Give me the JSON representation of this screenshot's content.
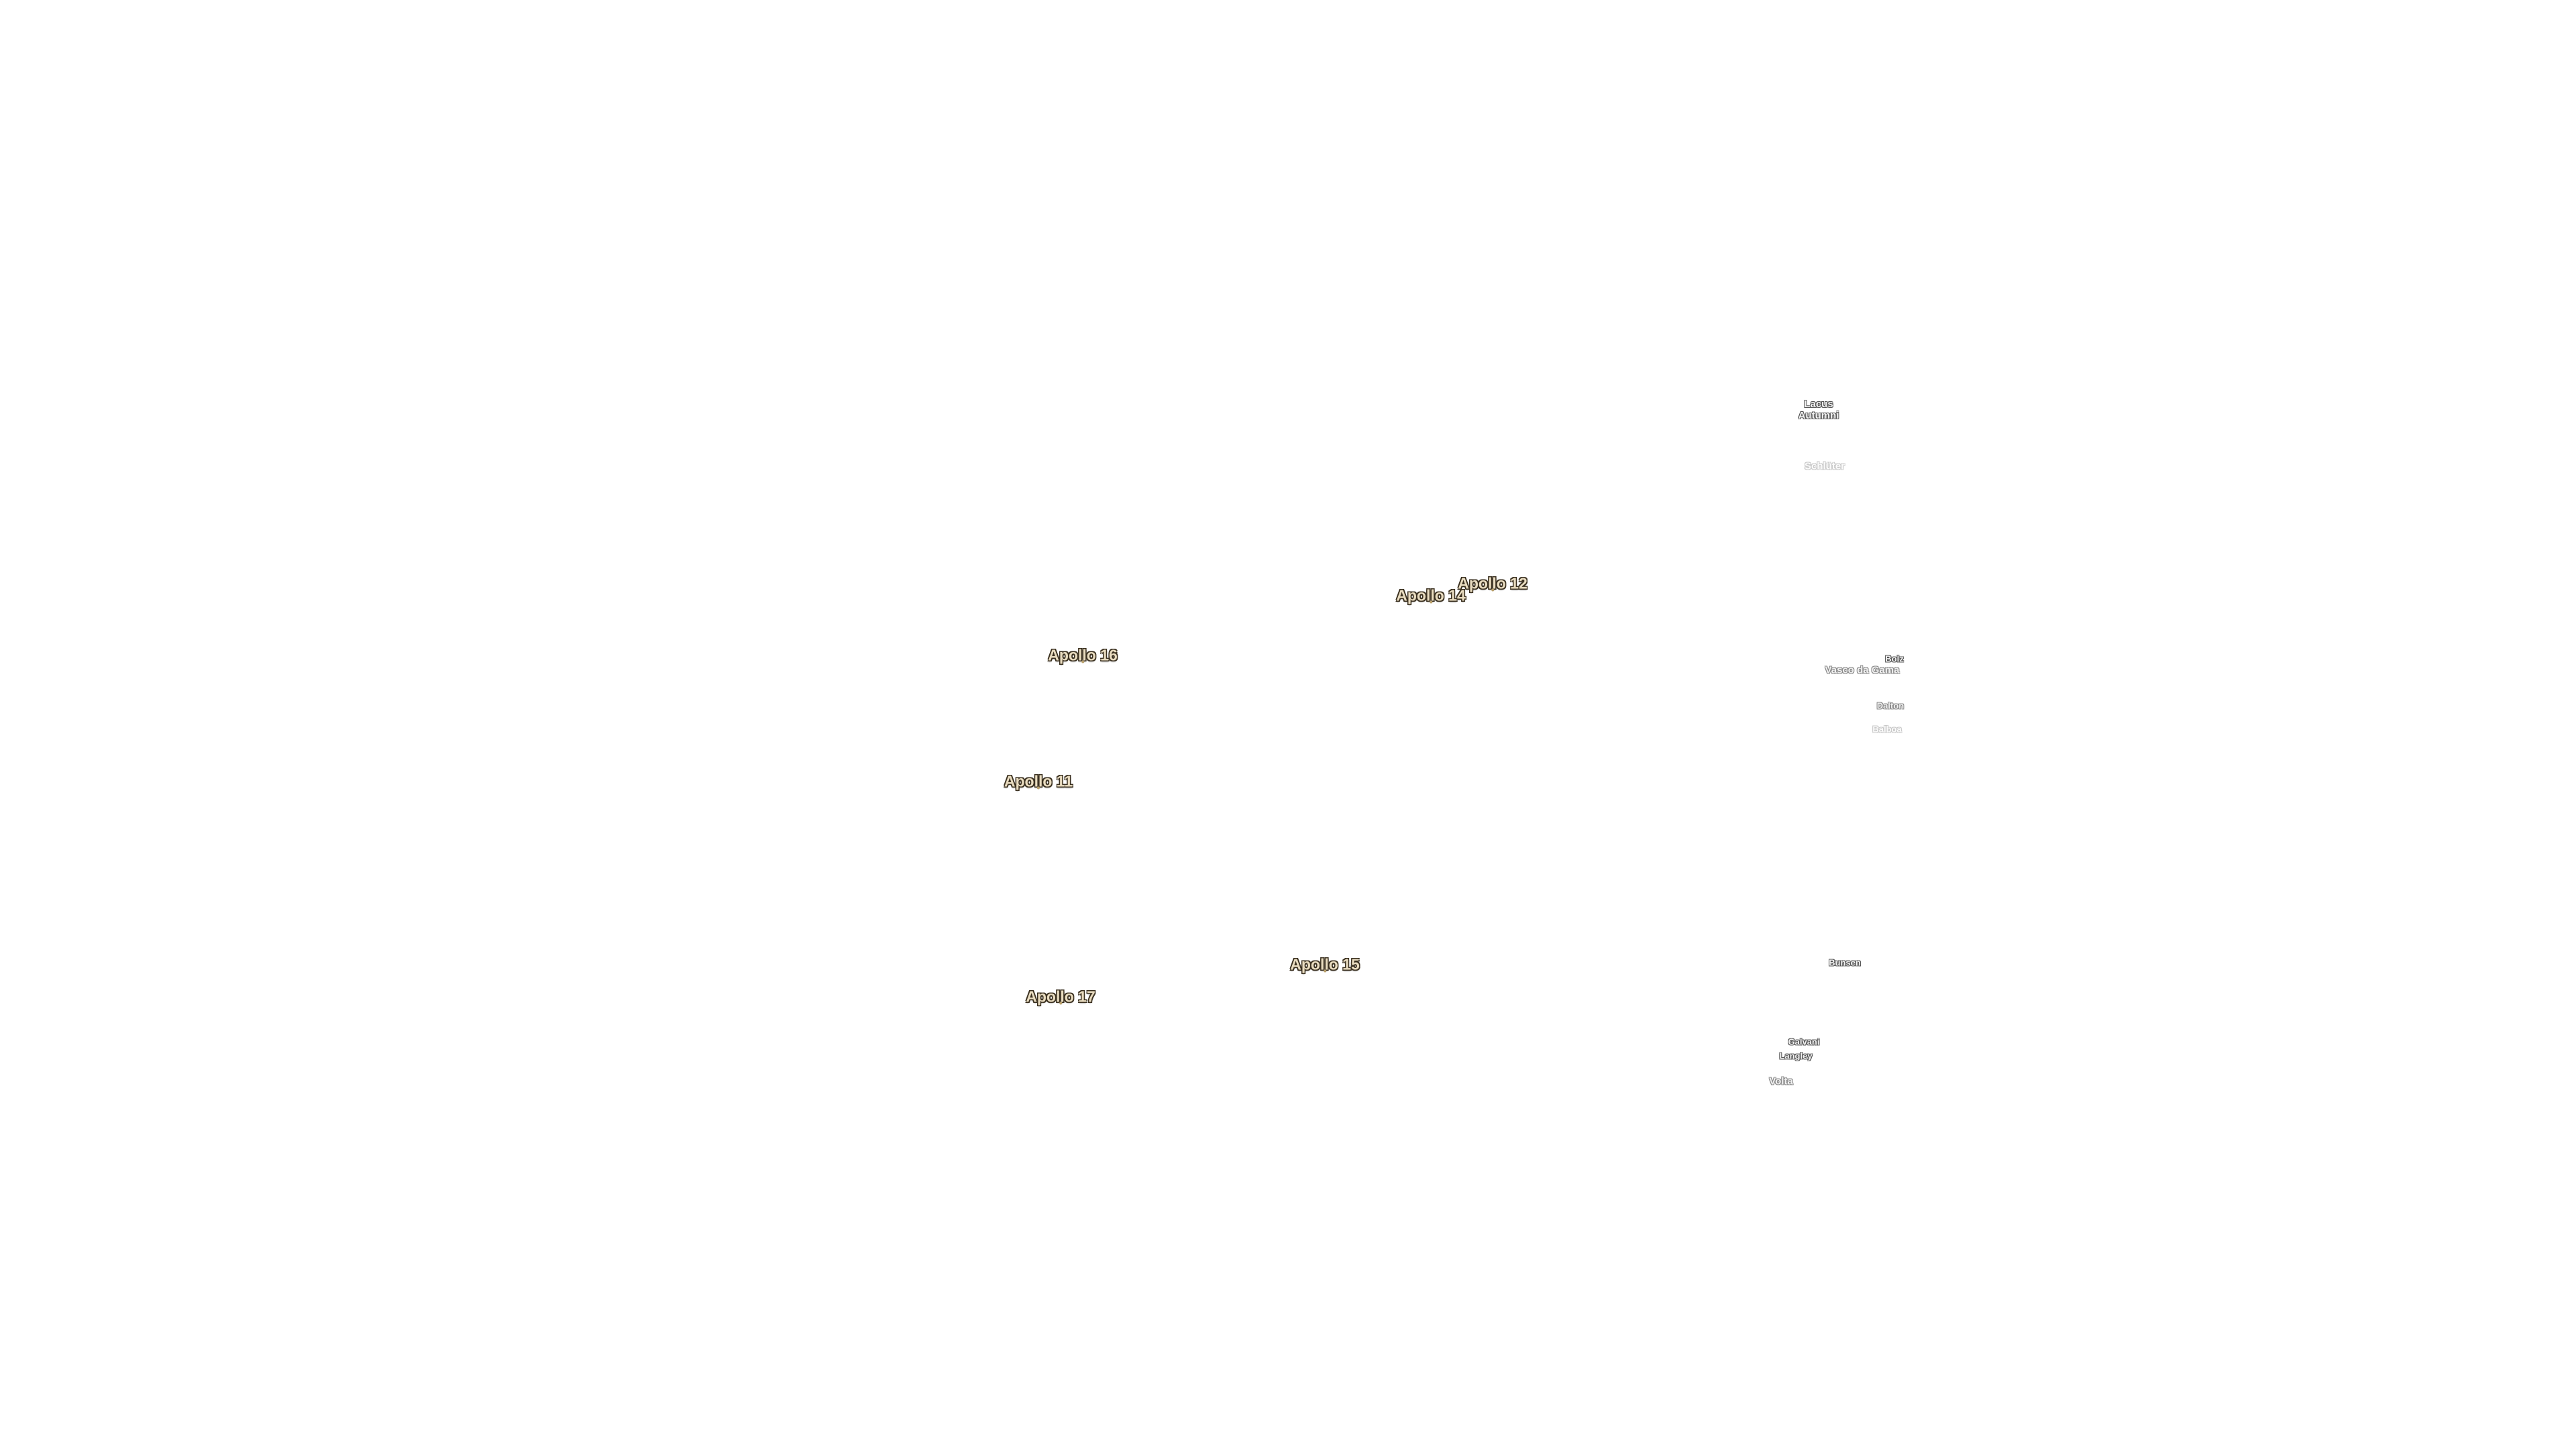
{
  "map": {
    "landing_sites": [
      {
        "id": "apollo-12",
        "label": "Apollo 12"
      },
      {
        "id": "apollo-14",
        "label": "Apollo 14"
      },
      {
        "id": "apollo-16",
        "label": "Apollo 16"
      },
      {
        "id": "apollo-11",
        "label": "Apollo 11"
      },
      {
        "id": "apollo-15",
        "label": "Apollo 15"
      },
      {
        "id": "apollo-17",
        "label": "Apollo 17"
      }
    ],
    "features": {
      "lacus_autumni_line1": "Lacus",
      "lacus_autumni_line2": "Autumni",
      "schluter": "Schlüter",
      "bolz": "Bolz",
      "vasco_da_gama": "Vasco da Gama",
      "dalton": "Dalton",
      "balboa": "Balboa",
      "bunsen": "Bunsen",
      "galvani": "Galvani",
      "langley": "Langley",
      "volta": "Volta"
    },
    "colors": {
      "landing_label": "#e9dcc0",
      "landing_outline": "#3a3020",
      "crater_label": "#f3f3f3",
      "crater_outline": "#555555",
      "background": "#ffffff"
    }
  }
}
